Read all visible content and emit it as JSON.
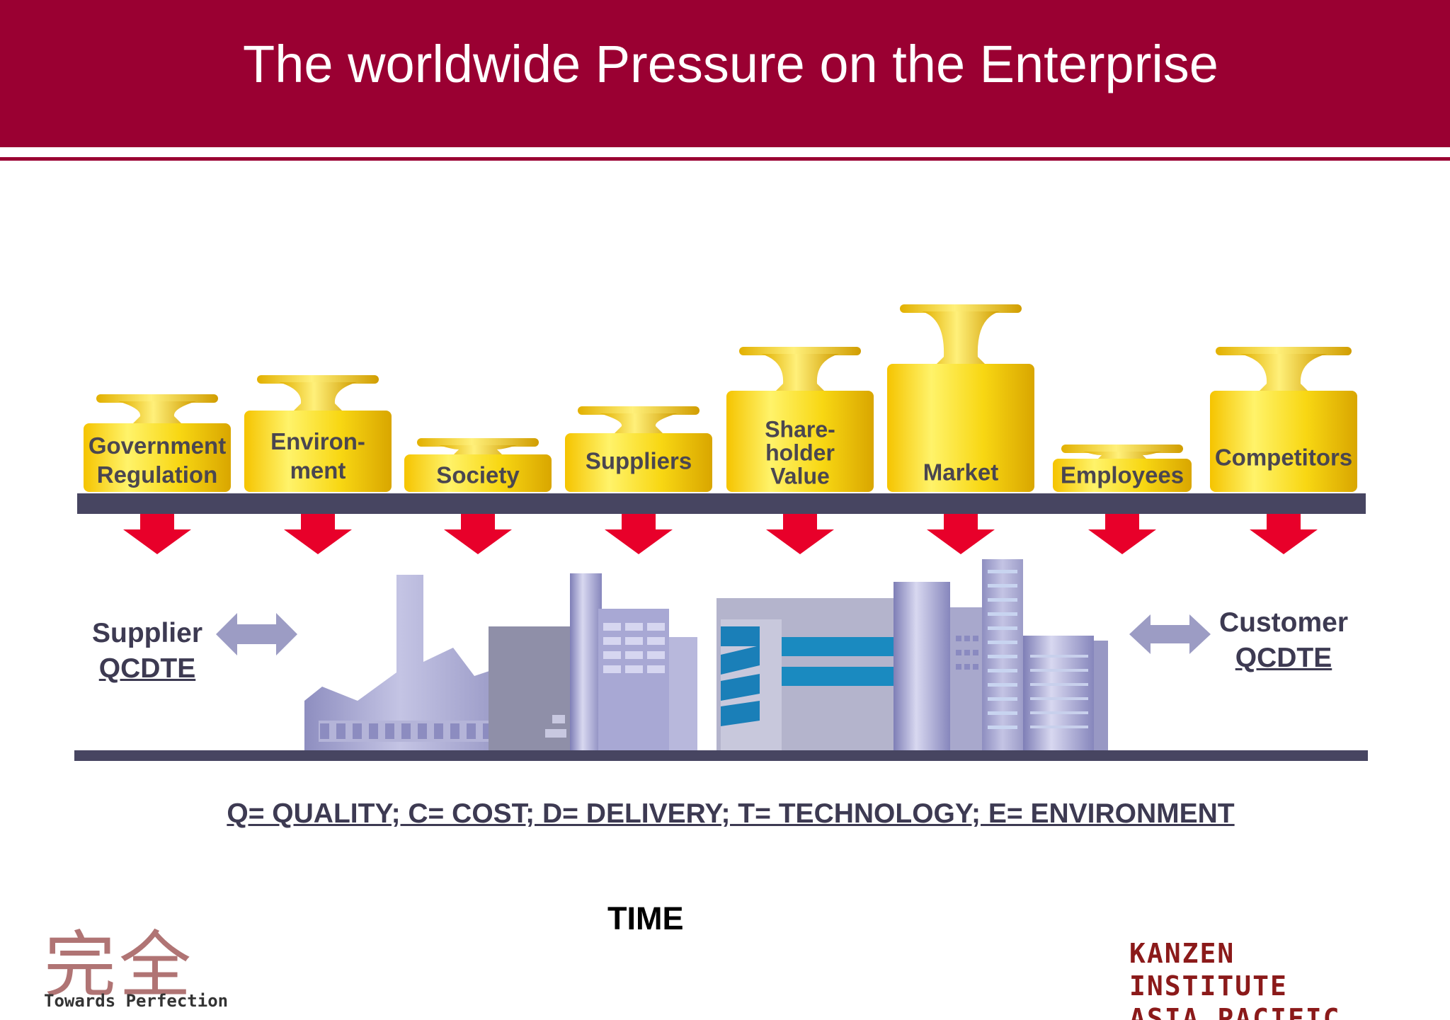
{
  "title": "The worldwide Pressure on the Enterprise",
  "weights": [
    {
      "label": "Government\nRegulation"
    },
    {
      "label": "Environ-\nment"
    },
    {
      "label": "Society"
    },
    {
      "label": "Suppliers"
    },
    {
      "label": "Share-\nholder\nValue"
    },
    {
      "label": "Market"
    },
    {
      "label": "Employees"
    },
    {
      "label": "Competitors"
    }
  ],
  "supplier": {
    "name": "Supplier",
    "code": "QCDTE"
  },
  "customer": {
    "name": "Customer",
    "code": "QCDTE"
  },
  "legend": "Q= QUALITY; C= COST; D= DELIVERY; T= TECHNOLOGY; E= ENVIRONMENT",
  "time_label": "TIME",
  "logo": {
    "kanji": "完全",
    "tagline": "Towards Perfection"
  },
  "institute": {
    "lines": [
      "KANZEN",
      "INSTITUTE",
      "ASIA PACIFIC"
    ]
  },
  "colors": {
    "header": "#9a0032",
    "bar": "#474561",
    "arrow_down": "#e8002a",
    "arrow_side": "#9c9cc4",
    "weight_gold": "#f7d40a",
    "building": "#a8a8d0"
  }
}
